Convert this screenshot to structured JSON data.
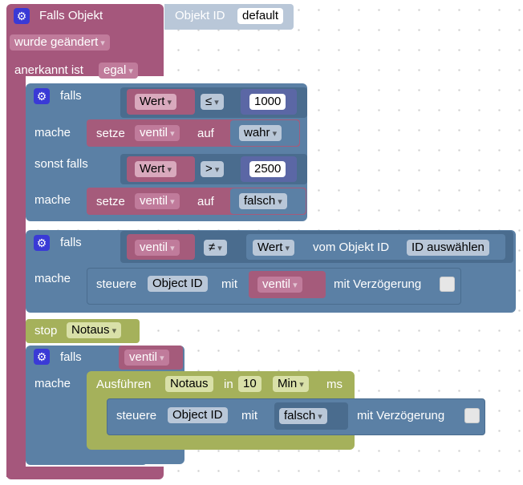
{
  "trigger": {
    "header": "Falls Objekt",
    "object_id_label": "Objekt ID",
    "object_id_value": "default",
    "changed_dropdown": "wurde geändert",
    "ack_label": "anerkannt ist",
    "ack_value": "egal"
  },
  "if1": {
    "if_label": "falls",
    "compare1": {
      "left": "Wert",
      "op": "≤",
      "right": "1000"
    },
    "do_label": "mache",
    "set1": {
      "set": "setze",
      "var": "ventil",
      "to": "auf",
      "value": "wahr"
    },
    "elseif_label": "sonst falls",
    "compare2": {
      "left": "Wert",
      "op": ">",
      "right": "2500"
    },
    "do2_label": "mache",
    "set2": {
      "set": "setze",
      "var": "ventil",
      "to": "auf",
      "value": "falsch"
    }
  },
  "if2": {
    "if_label": "falls",
    "compare": {
      "left": "ventil",
      "op": "≠",
      "right_dropdown": "Wert",
      "of_object": "vom Objekt ID",
      "object_select": "ID auswählen"
    },
    "do_label": "mache",
    "control": {
      "control": "steuere",
      "object": "Object ID",
      "with": "mit",
      "value": "ventil",
      "delay": "mit Verzögerung"
    }
  },
  "stop": {
    "label": "stop",
    "value": "Notaus"
  },
  "if3": {
    "if_label": "falls",
    "condition": "ventil",
    "do_label": "mache",
    "run": {
      "label": "Ausführen",
      "name": "Notaus",
      "in": "in",
      "amount": "10",
      "unit": "Min",
      "ms": "ms"
    },
    "control": {
      "control": "steuere",
      "object": "Object ID",
      "with": "mit",
      "value": "falsch",
      "delay": "mit Verzögerung"
    }
  }
}
